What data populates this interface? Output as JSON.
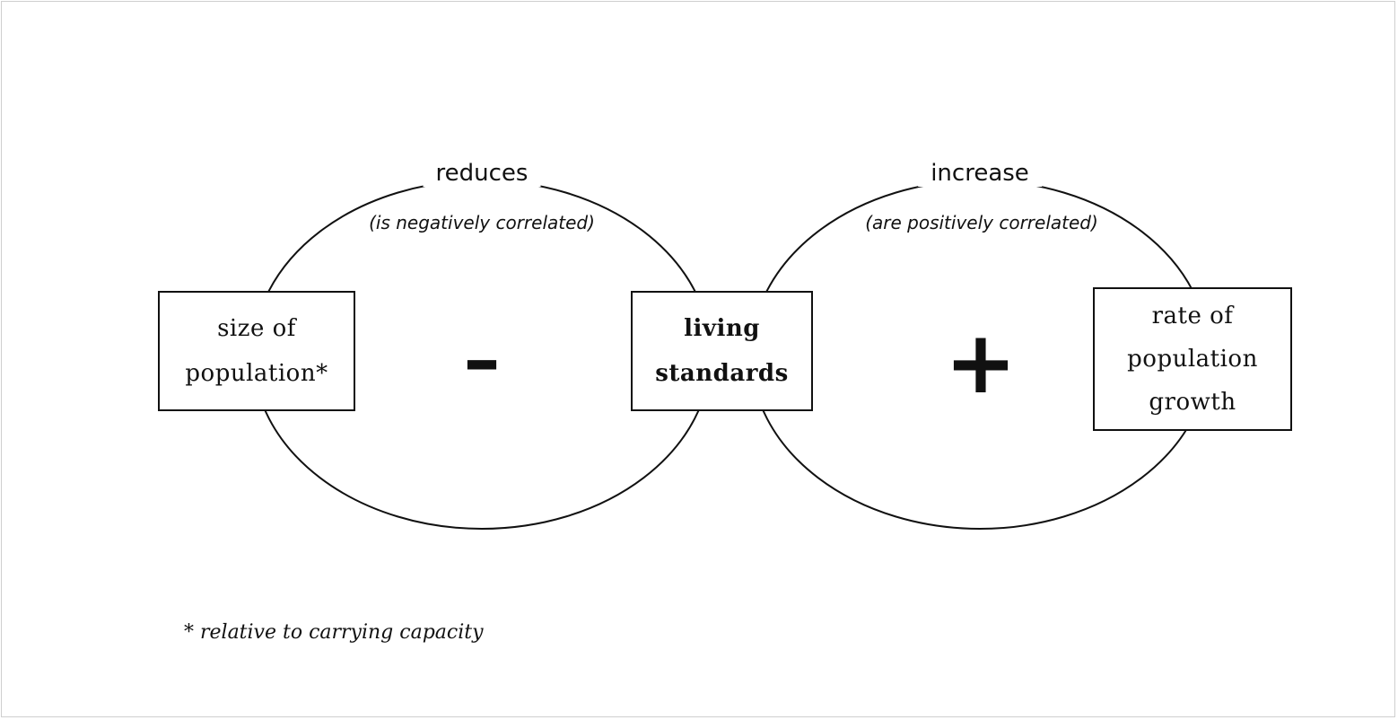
{
  "diagram": {
    "nodes": {
      "population_size": [
        "size of",
        "population*"
      ],
      "living_standards": [
        "living",
        "standards"
      ],
      "growth_rate": [
        "rate of",
        "population",
        "growth"
      ]
    },
    "left_loop": {
      "label": "reduces",
      "sublabel": "(is negatively correlated)",
      "sign": "–"
    },
    "right_loop": {
      "label": "increase",
      "sublabel": "(are positively correlated)",
      "sign": "+"
    },
    "footnote": "* relative to carrying capacity"
  }
}
